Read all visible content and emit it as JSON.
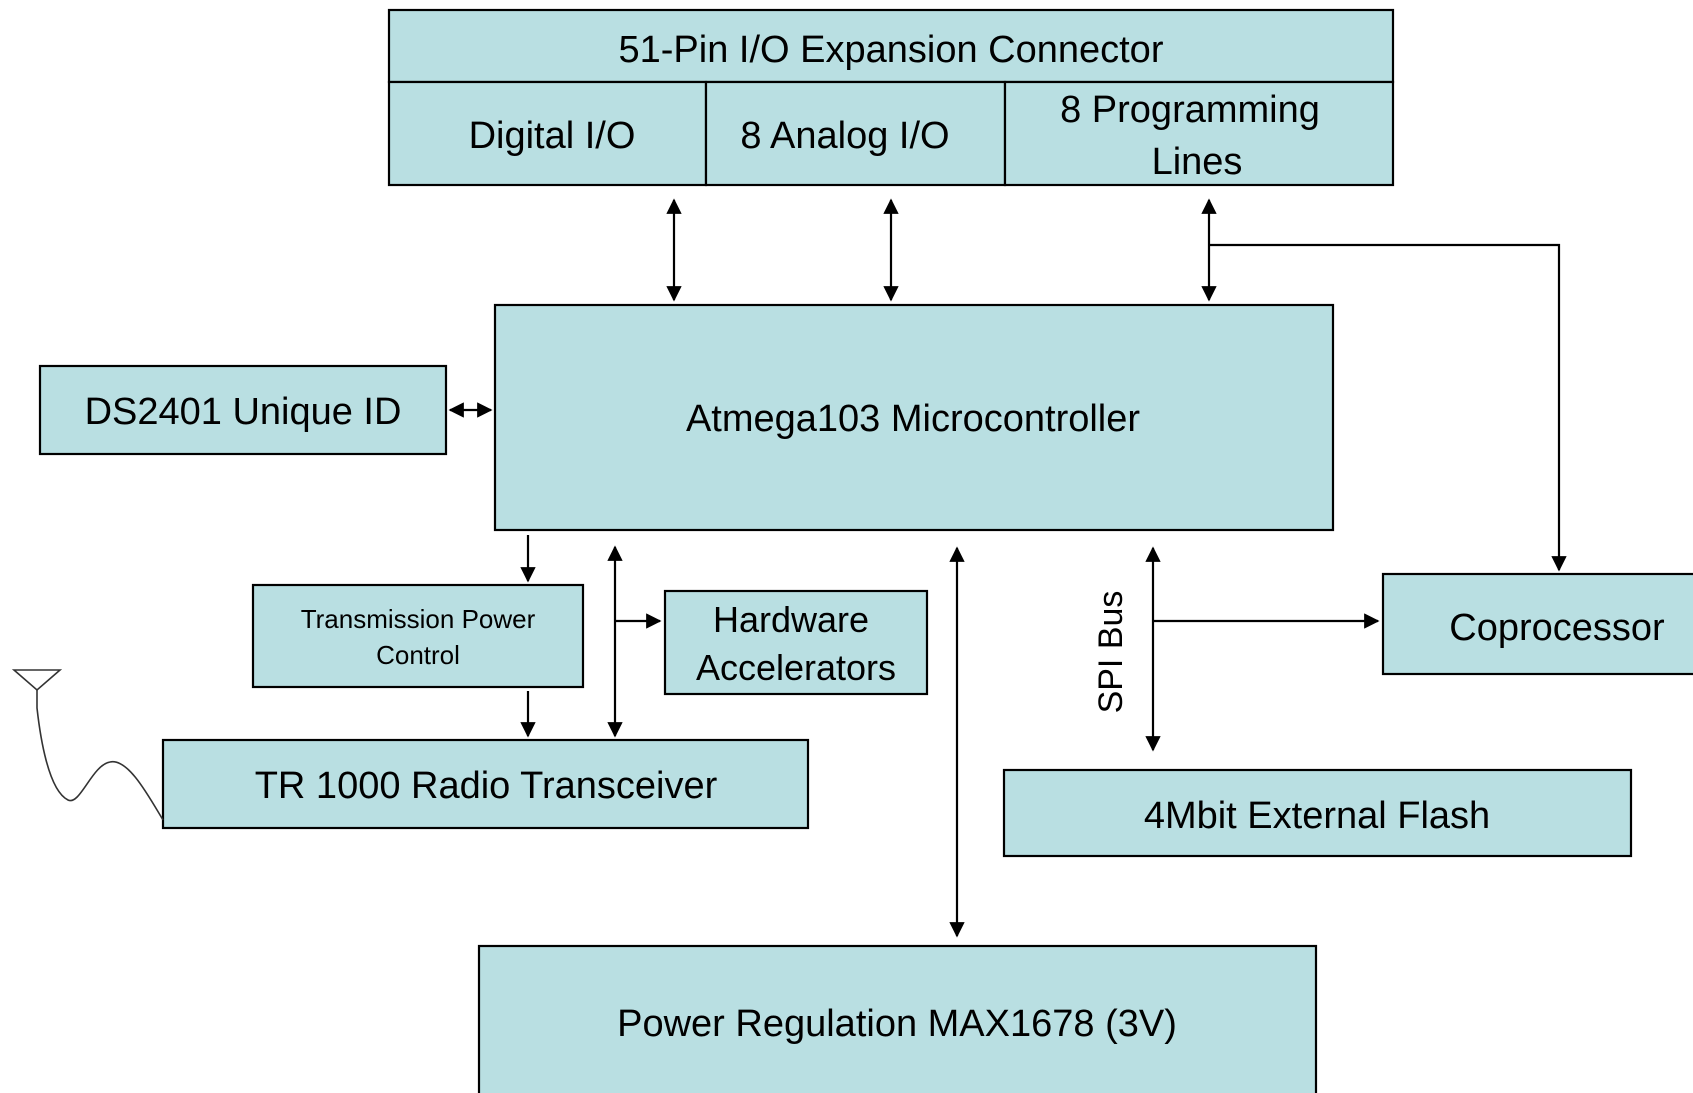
{
  "expansion_connector": {
    "title": "51-Pin I/O Expansion Connector",
    "digital": "Digital I/O",
    "analog": "8 Analog I/O",
    "programming_line1": "8 Programming",
    "programming_line2": "Lines"
  },
  "microcontroller": "Atmega103 Microcontroller",
  "unique_id": "DS2401 Unique ID",
  "tx_power_line1": "Transmission Power",
  "tx_power_line2": "Control",
  "accelerators_line1": "Hardware",
  "accelerators_line2": "Accelerators",
  "radio": "TR 1000 Radio Transceiver",
  "spi_bus": "SPI Bus",
  "coprocessor": "Coprocessor",
  "flash": "4Mbit External Flash",
  "power": "Power Regulation MAX1678 (3V)",
  "colors": {
    "box_fill": "#b9dfe2",
    "stroke": "#000000"
  }
}
